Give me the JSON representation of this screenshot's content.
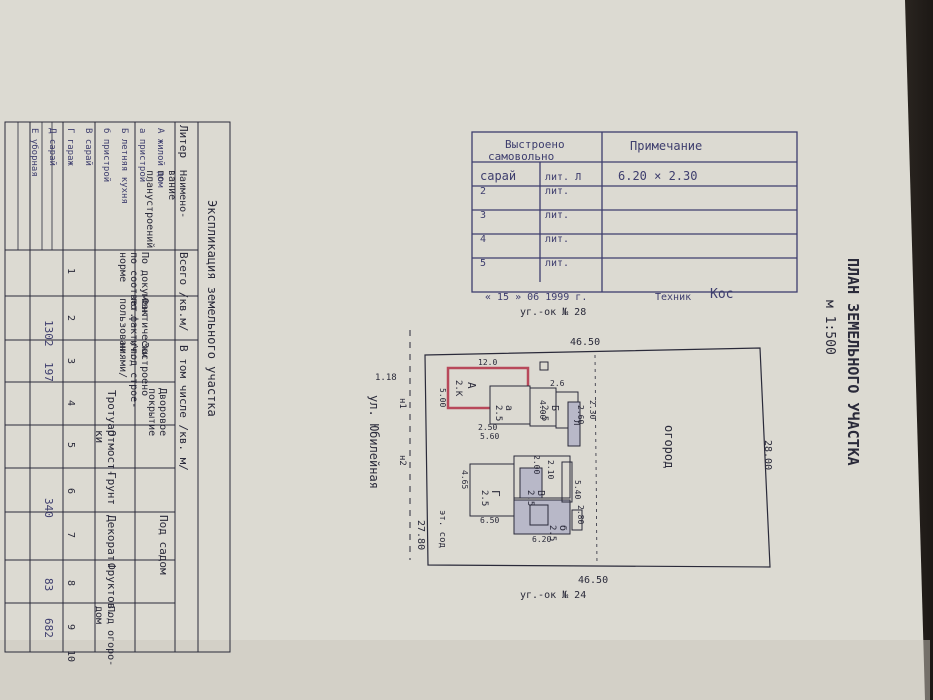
{
  "doc": {
    "title": "ПЛАН ЗЕМЕЛЬНОГО УЧАСТКА",
    "scale": "м 1:500",
    "expl_title": "Экспликация земельного участка",
    "table": {
      "h_liter": "Литер",
      "h_name": "Наимено-\nвание\nпо\nпланустроений",
      "h_total": "Всего /кв.м/",
      "h_incl": "В том числе /кв. м/",
      "c1": "По документ\nпо соответ.\nнорме",
      "c2": "Фактически\nпо фактич.\nпользован.",
      "c3": "Застроено\n/под строе-\nниями/",
      "h_yard": "Дворовое\nпокрытие",
      "c4": "Тротуар",
      "c5": "Отмост-\nки",
      "c6": "Грунт",
      "h_garden": "Под садом",
      "c7": "Декорат.",
      "c8": "Фруктов.",
      "c9": "Под огоро-\nдом",
      "n1": "1",
      "n2": "2",
      "n3": "3",
      "n4": "4",
      "n5": "5",
      "n6": "6",
      "n7": "7",
      "n8": "8",
      "n9": "9",
      "n10": "10",
      "v_fact": "1302",
      "v_built": "197",
      "v_grunt": "340",
      "v_fruit": "83",
      "v_ogorod": "682",
      "r1": "А  жилой дом",
      "r2": "а  пристрой",
      "r3": "Б  летняя кухня",
      "r4": "б  пристрой",
      "r5": "В  сарай",
      "r6": "Г  гараж",
      "r7": "Д  сарай",
      "r8": "Е  уборная"
    },
    "stamp": {
      "title1": "Выстроено",
      "title2": "самовольно",
      "note_header": "Примечание",
      "row1_name": "сарай",
      "row1_lit": "лит. Л",
      "row1_note": "6.20 × 2.30",
      "lit": "лит.",
      "n2": "2",
      "n3": "3",
      "n4": "4",
      "n5": "5",
      "date": "« 15 »  06  1999 г.",
      "tech_label": "Техник",
      "signature": "Кос"
    },
    "plan": {
      "top_dim": "46.50",
      "bottom_dim": "46.50",
      "right_dim": "28.00",
      "left_dim": "27.80",
      "corner_top": "уг.-ок № 28",
      "corner_bottom": "уг.-ок № 24",
      "street": "ул. Юбилейная",
      "ogorod": "огород",
      "A": "А",
      "A_fl": "2.К",
      "a": "а",
      "a_fl": "2.5",
      "B": "Б",
      "B_fl": "2.5",
      "b": "б",
      "b_fl": "2.5",
      "G": "Г",
      "G_fl": "2.5",
      "V": "В",
      "V_fl": "2.5",
      "L": "Л",
      "d_12": "12.0",
      "d_500": "5.00",
      "d_560": "5.60",
      "d_620": "6.20",
      "d_650": "6.50",
      "d_465": "4.65",
      "d_26": "2.6",
      "d_260": "2.60",
      "d_250": "2.50",
      "d_230": "2.30",
      "d_210": "2.10",
      "d_200": "2.00",
      "d_280": "2.80",
      "d_540": "5.40",
      "d_400": "4.00",
      "d_118": "1.18",
      "d_n1": "н1",
      "d_n2": "н2",
      "d_ops": "эт. сод"
    }
  },
  "colors": {
    "paper": "#dcdad2",
    "ink": "#2a2a3a",
    "stamp": "#3e3e6e",
    "highlight": "#b8485a"
  }
}
